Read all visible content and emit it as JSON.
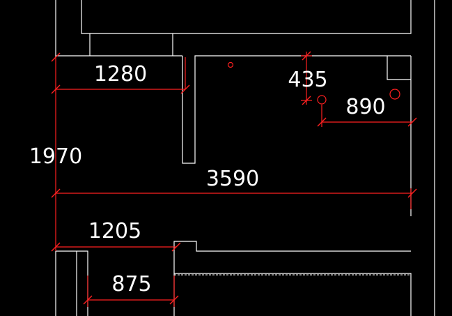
{
  "drawing": {
    "background_color": "#000000",
    "wall_color": "#ffffff",
    "dimension_color": "#ff2020",
    "dimensions": {
      "d1280": "1280",
      "d435": "435",
      "d890": "890",
      "d1970": "1970",
      "d3590": "3590",
      "d1205": "1205",
      "d875": "875"
    }
  }
}
